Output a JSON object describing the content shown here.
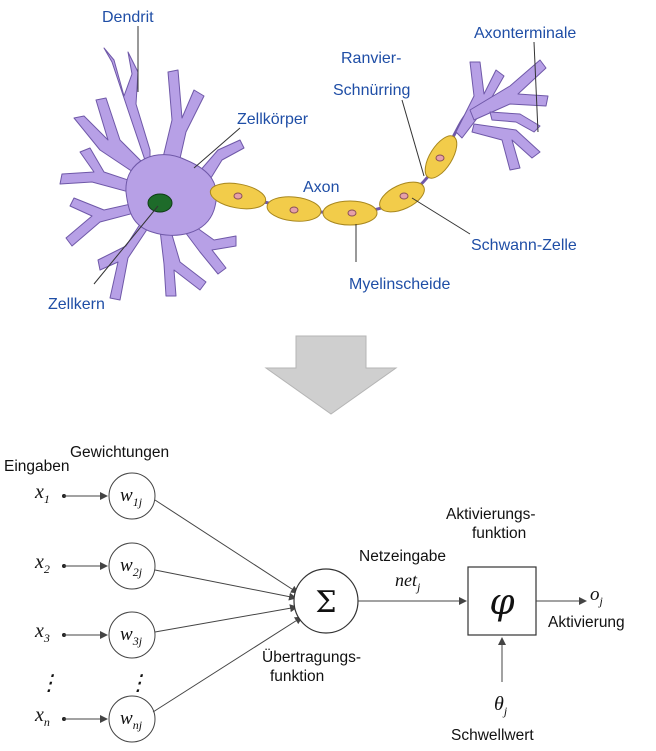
{
  "neuron": {
    "labels": {
      "dendrit": "Dendrit",
      "zellkoerper": "Zellkörper",
      "ranvier_1": "Ranvier-",
      "ranvier_2": "Schnürring",
      "axonterminale": "Axonterminale",
      "axon": "Axon",
      "schwann": "Schwann-Zelle",
      "myelin": "Myelinscheide",
      "zellkern": "Zellkern"
    },
    "colors": {
      "cell_body": "#b7a0e6",
      "cell_outline": "#6f58a8",
      "nucleus": "#1e6b2a",
      "myelin": "#f2cc4a",
      "myelin_outline": "#a8871e",
      "myelin_nucleus": "#e6a0a8",
      "label": "#1f4ea6"
    }
  },
  "arrow": {
    "icon": "down-arrow-icon",
    "color": "#cfcfcf"
  },
  "perceptron": {
    "labels": {
      "eingaben": "Eingaben",
      "gewichtungen": "Gewichtungen",
      "netzeingabe": "Netzeingabe",
      "aktivierungsfunktion_1": "Aktivierungs-",
      "aktivierungsfunktion_2": "funktion",
      "uebertragung_1": "Übertragungs-",
      "uebertragung_2": "funktion",
      "aktivierung": "Aktivierung",
      "schwellwert": "Schwellwert"
    },
    "symbols": {
      "sum": "Σ",
      "phi": "φ",
      "net": "net",
      "net_sub": "j",
      "out": "o",
      "out_sub": "j",
      "theta": "θ",
      "theta_sub": "j",
      "vdots": "⋮"
    },
    "inputs": [
      {
        "sym": "x",
        "sub": "1",
        "w": "w",
        "wsub": "1j"
      },
      {
        "sym": "x",
        "sub": "2",
        "w": "w",
        "wsub": "2j"
      },
      {
        "sym": "x",
        "sub": "3",
        "w": "w",
        "wsub": "3j"
      },
      {
        "sym": "x",
        "sub": "n",
        "w": "w",
        "wsub": "nj"
      }
    ]
  }
}
